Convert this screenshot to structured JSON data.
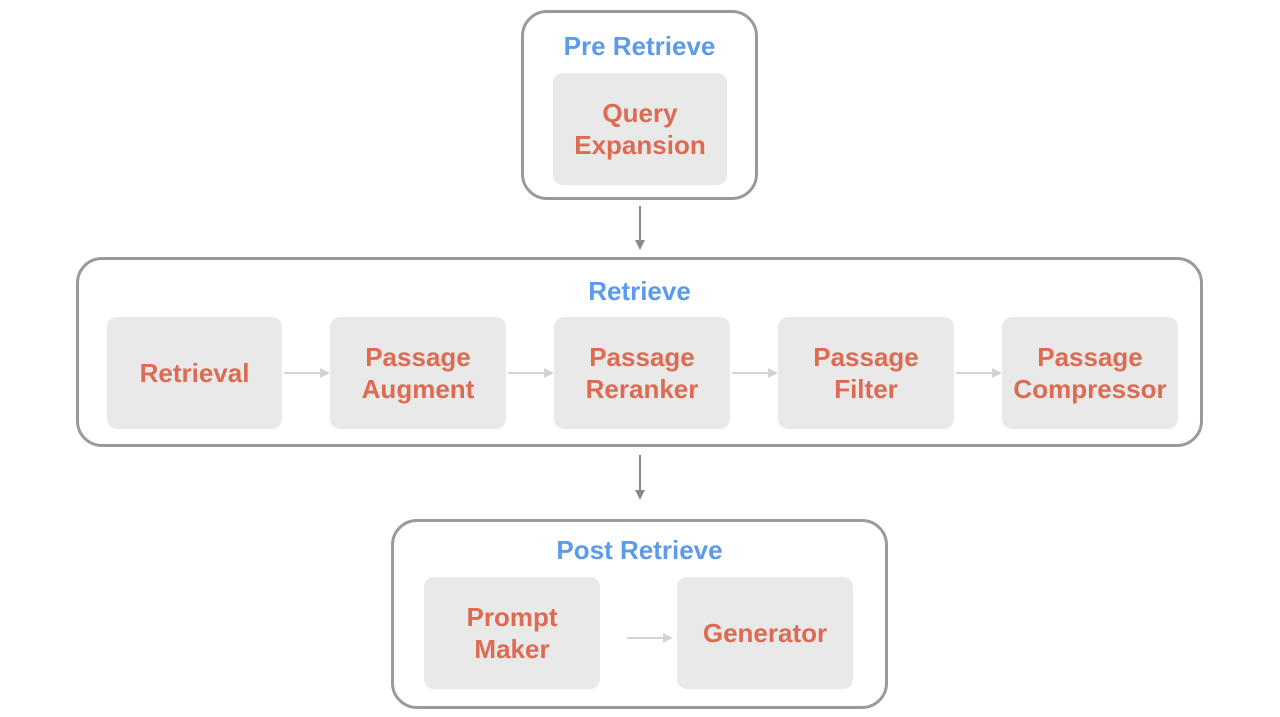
{
  "colors": {
    "group_title": "#5b9bea",
    "module_text": "#dd6b52",
    "module_fill": "#e9e9e9",
    "group_border": "#9a9a9a",
    "flow_arrow": "#8a8a8a",
    "inner_arrow": "#d4d4d4"
  },
  "pre_retrieve": {
    "title": "Pre Retrieve",
    "modules": [
      "Query\nExpansion"
    ]
  },
  "retrieve": {
    "title": "Retrieve",
    "modules": [
      "Retrieval",
      "Passage\nAugment",
      "Passage\nReranker",
      "Passage\nFilter",
      "Passage\nCompressor"
    ]
  },
  "post_retrieve": {
    "title": "Post Retrieve",
    "modules": [
      "Prompt\nMaker",
      "Generator"
    ]
  }
}
